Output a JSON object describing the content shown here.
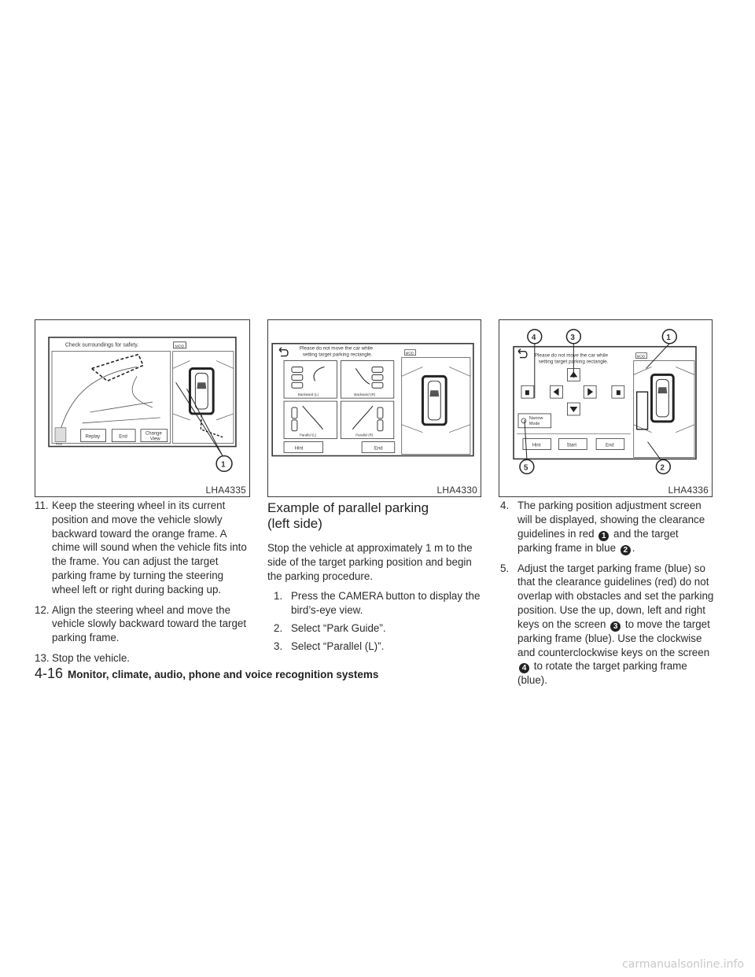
{
  "figures": [
    {
      "code": "LHA4335",
      "screen": {
        "message": "Check surroundings for safety.",
        "mod": "MOD",
        "camera_label": "Rear",
        "buttons": [
          "Replay",
          "End",
          "Change",
          "View"
        ],
        "callout": "1"
      }
    },
    {
      "code": "LHA4330",
      "screen": {
        "message_line1": "Please do not move the car while",
        "message_line2": "setting target parking rectangle.",
        "mod": "MOD",
        "options": [
          "Backward (L)",
          "Backward (R)",
          "Parallel (L)",
          "Parallel (R)"
        ],
        "buttons": [
          "Hint",
          "End"
        ]
      }
    },
    {
      "code": "LHA4336",
      "screen": {
        "message_line1": "Please do not move the car while",
        "message_line2": "setting target parking rectangle.",
        "mod": "MOD",
        "narrow_line1": "Narrow",
        "narrow_line2": "Mode",
        "buttons": [
          "Hint",
          "Start",
          "End"
        ],
        "callouts": [
          "4",
          "3",
          "1",
          "5",
          "2"
        ]
      }
    }
  ],
  "col1": {
    "items": [
      {
        "num": "11.",
        "text": "Keep the steering wheel in its current position and move the vehicle slowly backward toward the orange frame. A chime will sound when the vehicle fits into the frame. You can adjust the target parking frame by turning the steering wheel left or right during backing up."
      },
      {
        "num": "12.",
        "text": "Align the steering wheel and move the vehicle slowly backward toward the target parking frame."
      },
      {
        "num": "13.",
        "text": "Stop the vehicle."
      }
    ]
  },
  "col2": {
    "heading": "Example of parallel parking (left side)",
    "intro": "Stop the vehicle at approximately 1 m to the side of the target parking position and begin the parking procedure.",
    "steps": [
      {
        "num": "1.",
        "text": "Press the CAMERA button to display the bird’s-eye view."
      },
      {
        "num": "2.",
        "text": "Select “Park Guide”."
      },
      {
        "num": "3.",
        "text": "Select “Parallel (L)”."
      }
    ]
  },
  "col3": {
    "item4": {
      "num": "4.",
      "text_a": "The parking position adjustment screen will be displayed, showing the clearance guidelines in red",
      "c1": "1",
      "text_b": "and the target parking frame in blue",
      "c2": "2",
      "text_c": "."
    },
    "item5": {
      "num": "5.",
      "text_a": "Adjust the target parking frame (blue) so that the clearance guidelines (red) do not overlap with obstacles and set the parking position. Use the up, down, left and right keys on the screen",
      "c3": "3",
      "text_b": "to move the target parking frame (blue). Use the clockwise and counterclockwise keys on the screen",
      "c4": "4",
      "text_c": "to rotate the target parking frame (blue)."
    }
  },
  "footer": {
    "page": "4-16",
    "title": "Monitor, climate, audio, phone and voice recognition systems"
  },
  "watermark": "carmanualsonline.info"
}
